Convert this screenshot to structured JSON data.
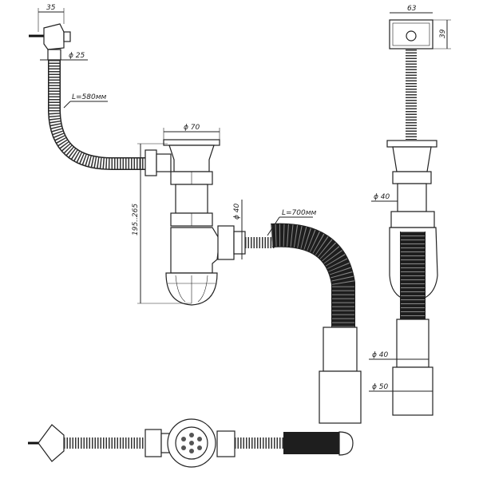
{
  "dimensions": {
    "overflow_width": "35",
    "overflow_hose_diameter": "ϕ 25",
    "overflow_hose_length": "L=580мм",
    "flange_diameter": "ϕ 70",
    "height_range": "195..265",
    "outlet_diameter": "ϕ 40",
    "outlet_hose_length": "L=700мм",
    "overflow_box_width": "63",
    "overflow_box_height": "39",
    "side_body_diameter": "ϕ 40",
    "side_pipe_diameter": "ϕ 40",
    "side_pipe_outer_diameter": "ϕ 50"
  }
}
